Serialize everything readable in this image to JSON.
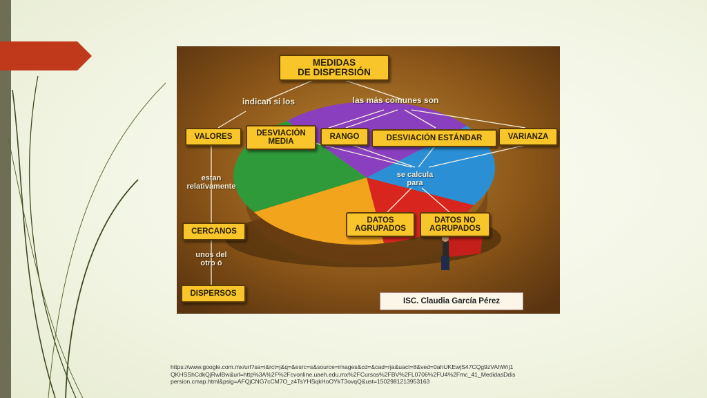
{
  "diagram": {
    "title": "MEDIDAS\nDE DISPERSIÓN",
    "link_indican": "indican si los",
    "link_comunes": "las más comunes son",
    "valores": "VALORES",
    "desviacion_media": "DESVIACIÓN\nMEDIA",
    "rango": "RANGO",
    "desviacion_estandar": "DESVIACIÓN ESTÁNDAR",
    "varianza": "VARIANZA",
    "link_estan": "estan\nrelativamente",
    "link_calcula": "se calcula\npara",
    "cercanos": "CERCANOS",
    "link_unos": "unos del\notro ó",
    "dispersos": "DISPERSOS",
    "datos_agrupados": "DATOS\nAGRUPADOS",
    "datos_no_agrupados": "DATOS NO\nAGRUPADOS",
    "credit": "ISC. Claudia García Pérez"
  },
  "source_url": "https://www.google.com.mx/url?sa=i&rct=j&q=&esrc=s&source=images&cd=&cad=rja&uact=8&ved=0ahUKEwjS47CQg9zVAhWrj1QKHSShCdkQjRwIBw&url=http%3A%2F%2Fcvonline.uaeh.edu.mx%2FCursos%2FBV%2FL0706%2FU4%2Fmc_41_MedidasDdispersion.cmap.html&psig=AFQjCNG7cCM7O_z4TsYHSqkHoOYkT3ovqQ&ust=1502981213953163",
  "colors": {
    "accent_arrow": "#c0391b",
    "box_fill": "#f8c52a",
    "pie_purple": "#8a3fbf",
    "pie_blue": "#2b8fd6",
    "pie_green": "#2f9a3a",
    "pie_orange": "#f2a41c",
    "pie_red": "#d8261f"
  }
}
